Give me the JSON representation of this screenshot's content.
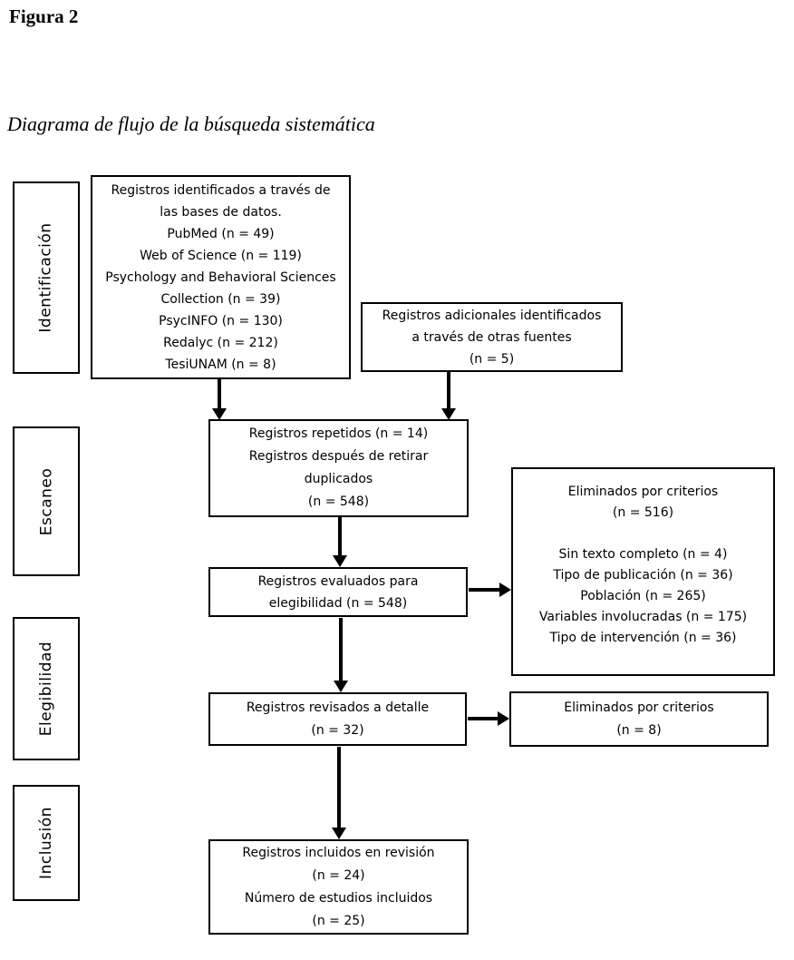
{
  "figure": {
    "title": "Figura 2",
    "caption": "Diagrama de flujo de la búsqueda sistemática"
  },
  "stages": [
    {
      "label": "Identificación"
    },
    {
      "label": "Escaneo"
    },
    {
      "label": "Elegibilidad"
    },
    {
      "label": "Inclusión"
    }
  ],
  "boxes": {
    "identified": {
      "lines": [
        "Registros identificados a través de",
        "las bases de datos.",
        "PubMed (n = 49)",
        "Web of Science (n = 119)",
        "Psychology and Behavioral Sciences",
        "Collection (n = 39)",
        "PsycINFO (n = 130)",
        "Redalyc (n = 212)",
        "TesiUNAM (n = 8)"
      ]
    },
    "additional": {
      "lines": [
        "Registros adicionales identificados",
        "a través de otras fuentes",
        "(n = 5)"
      ]
    },
    "duplicates": {
      "lines": [
        "Registros repetidos (n = 14)",
        "Registros después de retirar",
        "duplicados",
        "(n = 548)"
      ]
    },
    "excluded_criteria": {
      "lines": [
        "Eliminados por criterios",
        "(n = 516)",
        "",
        "Sin texto completo (n = 4)",
        "Tipo de publicación (n = 36)",
        "Población (n = 265)",
        "Variables involucradas (n = 175)",
        "Tipo de intervención (n = 36)"
      ]
    },
    "evaluated": {
      "lines": [
        "Registros evaluados para",
        "elegibilidad (n = 548)"
      ]
    },
    "reviewed": {
      "lines": [
        "Registros revisados a detalle",
        "(n = 32)"
      ]
    },
    "excluded_detail": {
      "lines": [
        "Eliminados por criterios",
        "(n = 8)"
      ]
    },
    "included": {
      "lines": [
        "Registros incluidos en revisión",
        "(n = 24)",
        "Número de estudios incluidos",
        "(n = 25)"
      ]
    }
  },
  "colors": {
    "border": "#000000",
    "background": "#ffffff",
    "text": "#000000"
  }
}
